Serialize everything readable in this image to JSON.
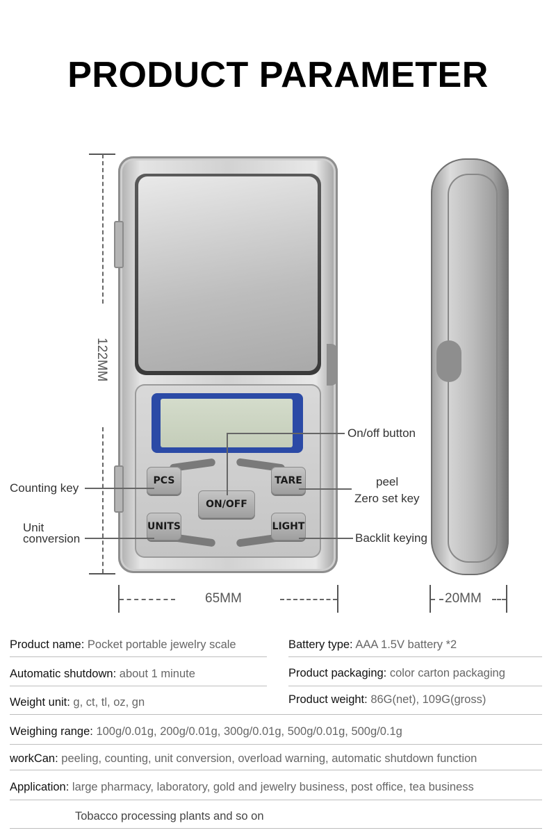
{
  "title": "PRODUCT PARAMETER",
  "scale": {
    "keys": {
      "pcs": "PCS",
      "tare": "TARE",
      "onoff": "ON/OFF",
      "units": "UNITS",
      "light": "LIGHT"
    }
  },
  "dimensions": {
    "height": "122MM",
    "width": "65MM",
    "depth": "20MM"
  },
  "annotations": {
    "counting_key": "Counting key",
    "unit_line1": "Unit",
    "unit_line2": "conversion",
    "onoff_button": "On/off button",
    "peel": "peel",
    "zero_set_key": "Zero set key",
    "backlit": "Backlit keying"
  },
  "specs": {
    "product_name": {
      "key": "Product name:",
      "value": "Pocket portable jewelry scale"
    },
    "battery_type": {
      "key": "Battery type:",
      "value": "AAA 1.5V battery *2"
    },
    "auto_shutdown": {
      "key": "Automatic shutdown:",
      "value": "about 1 minute"
    },
    "packaging": {
      "key": "Product packaging:",
      "value": "color carton packaging"
    },
    "weight_unit": {
      "key": "Weight unit:",
      "value": "g, ct, tl, oz, gn"
    },
    "product_weight": {
      "key": "Product weight:",
      "value": "86G(net), 109G(gross)"
    },
    "weighing_range": {
      "key": "Weighing range:",
      "value": "100g/0.01g, 200g/0.01g, 300g/0.01g, 500g/0.01g, 500g/0.1g"
    },
    "work": {
      "key": "workCan:",
      "value": "peeling, counting, unit conversion, overload warning, automatic shutdown function"
    },
    "application": {
      "key": "Application:",
      "value": "large pharmacy, laboratory, gold and jewelry business, post office, tea business"
    },
    "application_cont": "Tobacco processing plants and so on"
  }
}
